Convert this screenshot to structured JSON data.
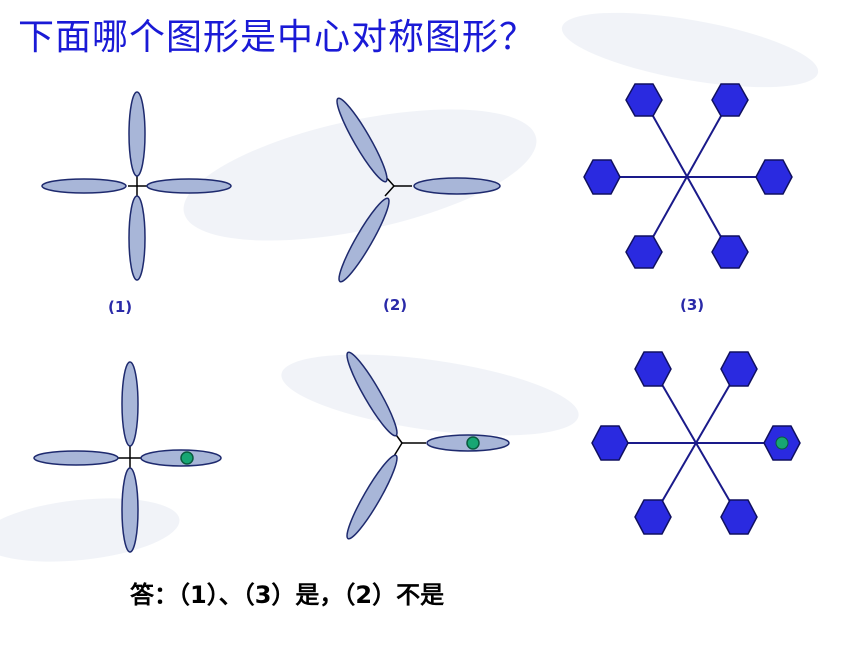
{
  "title": "下面哪个图形是中心对称图形？",
  "figures": {
    "label_1": "(1)",
    "label_2": "(2)",
    "label_3": "(3)"
  },
  "answer": "答：（1）、（3）是，（2）不是",
  "colors": {
    "title": "#1a1ad6",
    "petal_fill": "#a8b6d8",
    "petal_stroke": "#1e2a6e",
    "hexagon_fill": "#2a2ae0",
    "hexagon_stroke": "#101060",
    "spoke": "#1a1a8a",
    "center_dot": "#17a673"
  }
}
